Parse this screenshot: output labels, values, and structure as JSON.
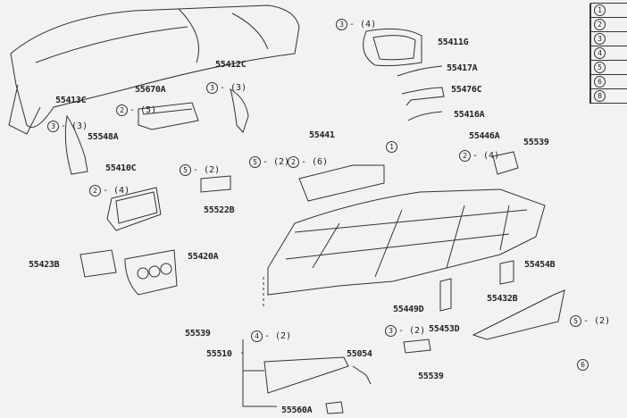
{
  "part_labels": {
    "p55413C": "55413C",
    "p55548A": "55548A",
    "p55670A": "55670A",
    "p55412C": "55412C",
    "p55410C": "55410C",
    "p55522B": "55522B",
    "p55441": "55441",
    "p55411G": "55411G",
    "p55417A": "55417A",
    "p55476C": "55476C",
    "p55416A": "55416A",
    "p55446A": "55446A",
    "p55539_a": "55539",
    "p55423B": "55423B",
    "p55420A": "55420A",
    "p55454B": "55454B",
    "p55432B": "55432B",
    "p55449D": "55449D",
    "p55453D": "55453D",
    "p55539_b": "55539",
    "p55510": "55510",
    "p55054": "55054",
    "p55539_c": "55539",
    "p55560A": "55560A"
  },
  "fastener_callouts": [
    {
      "ref": "3",
      "qty": "- (3)"
    },
    {
      "ref": "2",
      "qty": "- (5)"
    },
    {
      "ref": "3",
      "qty": "- (3)"
    },
    {
      "ref": "2",
      "qty": "- (4)"
    },
    {
      "ref": "5",
      "qty": "- (2)"
    },
    {
      "ref": "5",
      "qty": "- (2)"
    },
    {
      "ref": "2",
      "qty": "- (6)"
    },
    {
      "ref": "1",
      "qty": ""
    },
    {
      "ref": "3",
      "qty": "- (4)"
    },
    {
      "ref": "2",
      "qty": "- (4)"
    },
    {
      "ref": "3",
      "qty": "- (2)"
    },
    {
      "ref": "4",
      "qty": "- (2)"
    },
    {
      "ref": "5",
      "qty": "- (2)"
    },
    {
      "ref": "6",
      "qty": ""
    }
  ],
  "legend_refs": [
    "1",
    "2",
    "3",
    "4",
    "5",
    "6",
    "8"
  ]
}
